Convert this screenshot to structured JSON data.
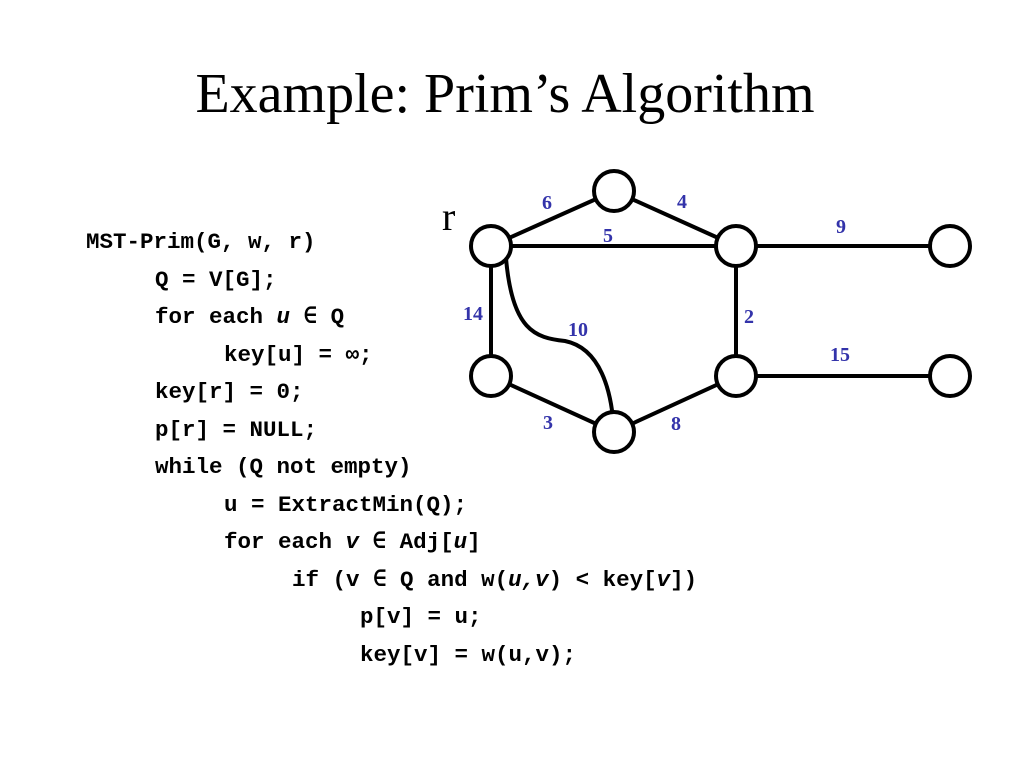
{
  "slide": {
    "title": "Example: Prim’s Algorithm"
  },
  "code": {
    "l1": "MST-Prim(G, w, r)",
    "l2": "Q = V[G];",
    "l3a": "for each ",
    "l3b": "u",
    "l3c": " ∈ Q",
    "l4": "key[u] = ∞;",
    "l5": "key[r] = 0;",
    "l6": "p[r] = NULL;",
    "l7": "while (Q not empty)",
    "l8": "u = ExtractMin(Q);",
    "l9a": "for each ",
    "l9b": "v",
    "l9c": " ∈ Adj[",
    "l9d": "u",
    "l9e": "]",
    "l10a": "if (v ∈ Q and w(",
    "l10b": "u,v",
    "l10c": ") < key[",
    "l10d": "v",
    "l10e": "])",
    "l11": "p[v] = u;",
    "l12": "key[v] = w(u,v);"
  },
  "graph": {
    "root_label": "r",
    "label_color": "#3333aa",
    "edge_weights": {
      "top_left": "6",
      "top_right": "4",
      "top_middle": "5",
      "right_top": "9",
      "left_vertical": "14",
      "curve": "10",
      "right_vertical": "2",
      "right_bottom": "15",
      "bottom_left": "3",
      "bottom_right": "8"
    }
  }
}
